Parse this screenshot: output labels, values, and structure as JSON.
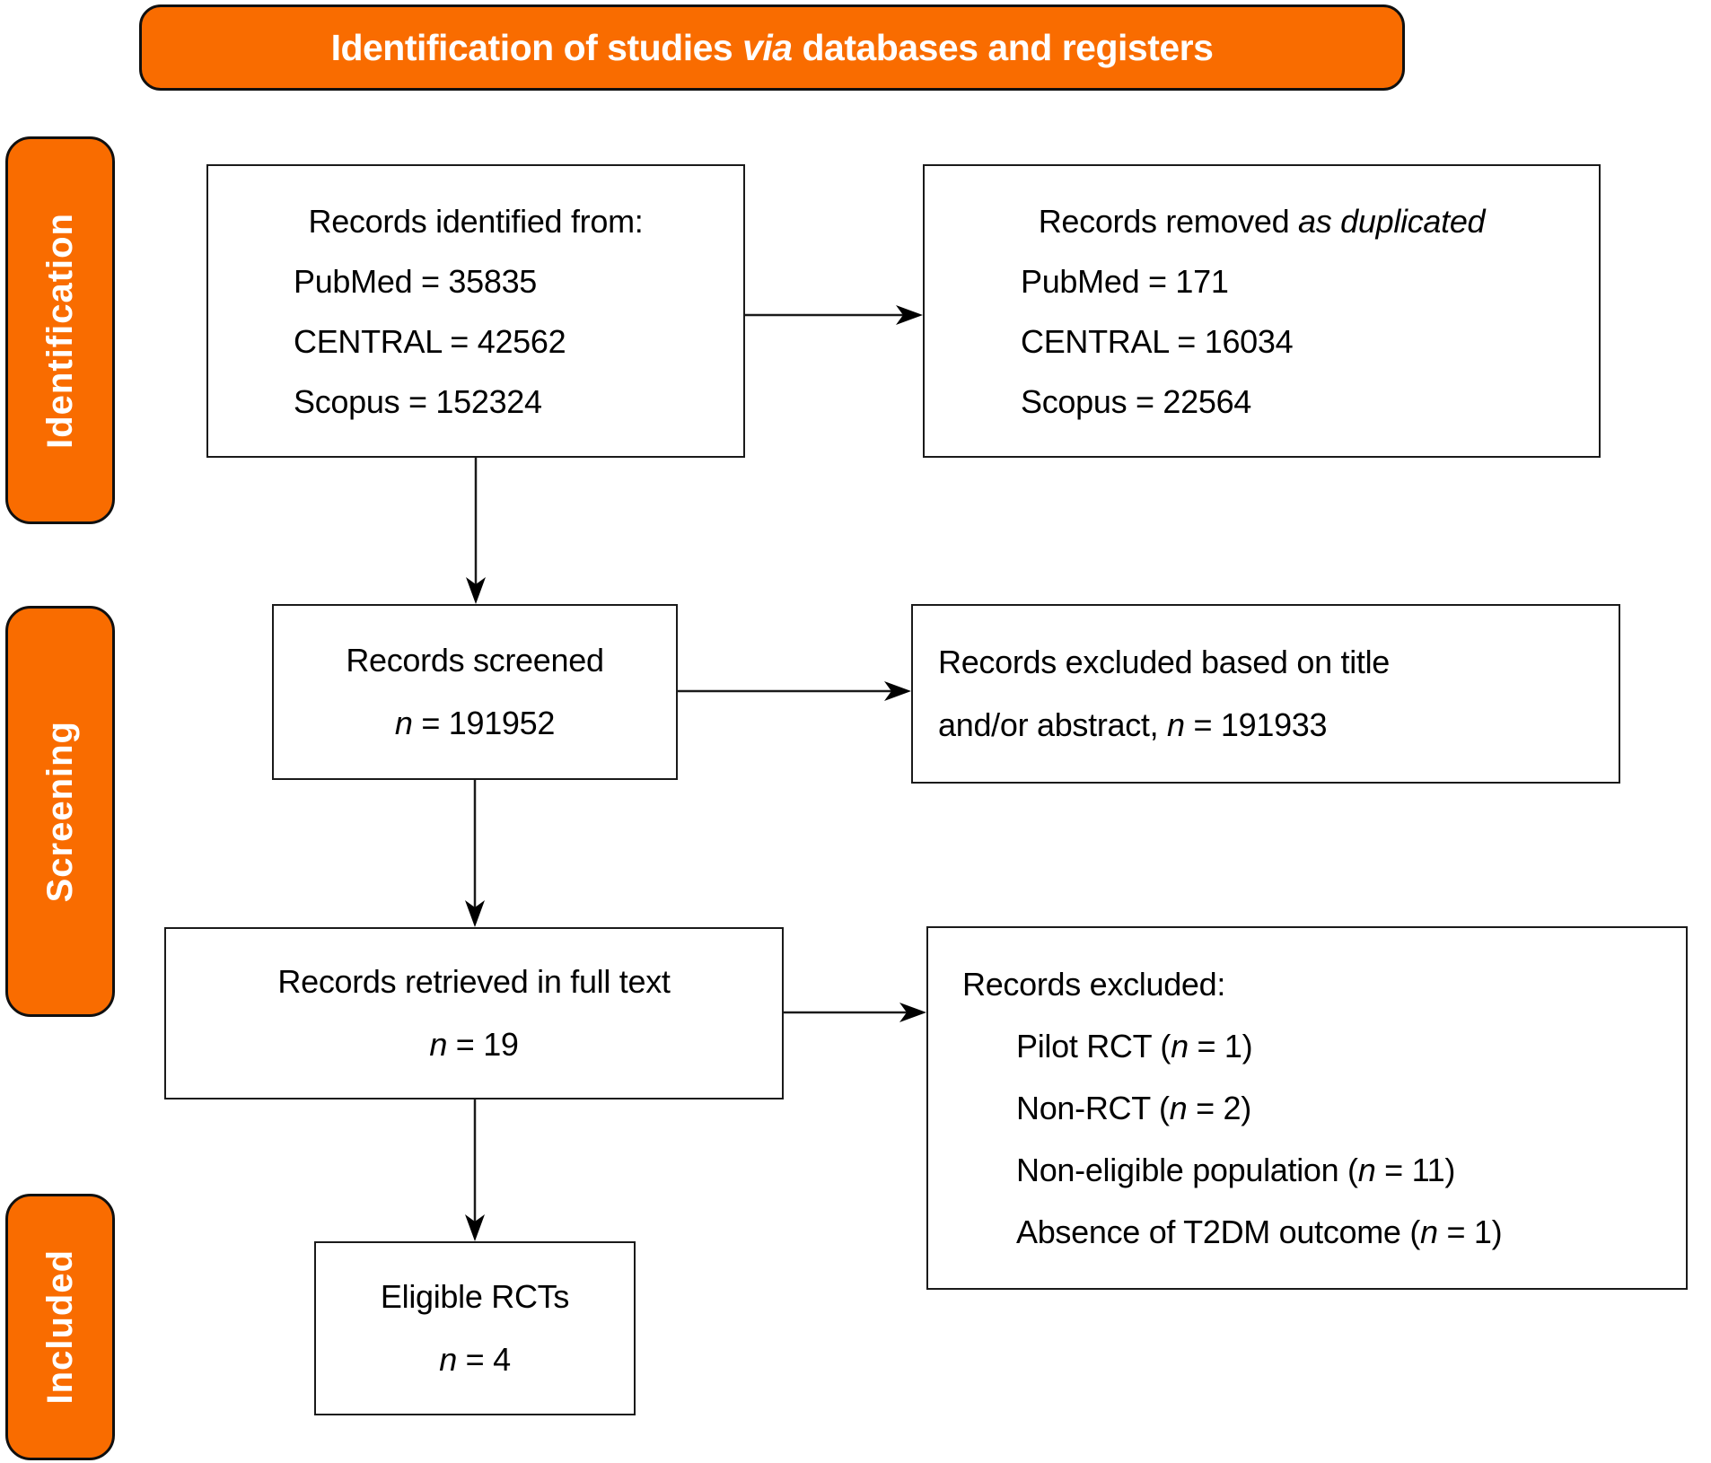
{
  "colors": {
    "accent": "#F96C00",
    "outline": "#101010",
    "text": "#000000"
  },
  "header": {
    "pre": "Identification of studies ",
    "emph": "via",
    "post": " databases and registers"
  },
  "stages": {
    "identification": "Identification",
    "screening": "Screening",
    "included": "Included"
  },
  "boxes": {
    "identified": {
      "heading": "Records identified from:",
      "items": [
        "PubMed = 35835",
        "CENTRAL = 42562",
        "Scopus = 152324"
      ]
    },
    "removed": {
      "heading_pre": "Records removed ",
      "heading_emph": "as duplicated",
      "items": [
        "PubMed = 171",
        "CENTRAL = 16034",
        "Scopus = 22564"
      ]
    },
    "screened": {
      "heading": "Records screened",
      "n": "n",
      "n_value": " = 191952"
    },
    "excluded_screening": {
      "line1": "Records excluded based on title",
      "line2_pre": "and/or abstract, ",
      "n": "n",
      "line2_post": " = 191933"
    },
    "fulltext": {
      "heading": "Records retrieved in full text",
      "n": "n",
      "n_value": " = 19"
    },
    "excluded_fulltext": {
      "heading": "Records excluded:",
      "items": [
        {
          "pre": "Pilot RCT (",
          "n": "n",
          "post": " = 1)"
        },
        {
          "pre": "Non-RCT (",
          "n": "n",
          "post": " = 2)"
        },
        {
          "pre": "Non-eligible population (",
          "n": "n",
          "post": " = 11)"
        },
        {
          "pre": "Absence of T2DM outcome (",
          "n": "n",
          "post": " = 1)"
        }
      ]
    },
    "eligible": {
      "heading": "Eligible RCTs",
      "n": "n",
      "n_value": " = 4"
    }
  }
}
